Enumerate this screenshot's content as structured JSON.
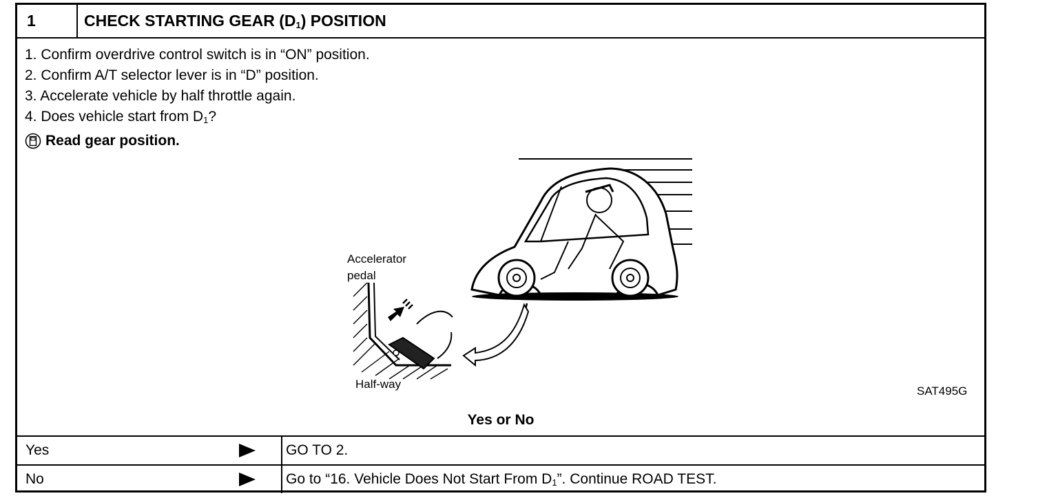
{
  "header": {
    "step_number": "1",
    "title_pre": "CHECK STARTING GEAR (D",
    "title_sub": "1",
    "title_post": ") POSITION"
  },
  "steps": [
    "1. Confirm overdrive control switch is in “ON” position.",
    "2. Confirm A/T selector lever is in “D” position.",
    "3. Accelerate vehicle by half throttle again."
  ],
  "step4": {
    "pre": "4. Does vehicle start from D",
    "sub": "1",
    "post": "?"
  },
  "note": "Read gear position.",
  "illustration": {
    "label_accelerator_1": "Accelerator",
    "label_accelerator_2": "pedal",
    "label_halfway": "Half-way",
    "figure_id": "SAT495G"
  },
  "question": "Yes or No",
  "results": [
    {
      "answer": "Yes",
      "action_pre": "GO TO 2.",
      "action_sub": "",
      "action_post": ""
    },
    {
      "answer": "No",
      "action_pre": "Go to “16. Vehicle Does Not Start From D",
      "action_sub": "1",
      "action_post": "”. Continue ROAD TEST."
    }
  ]
}
